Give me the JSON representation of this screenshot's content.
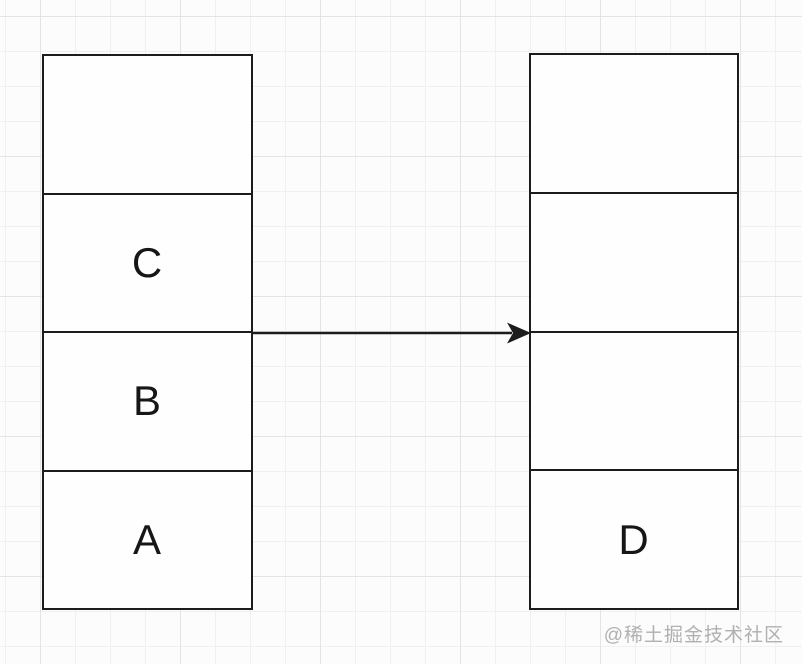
{
  "diagram": {
    "left_stack": {
      "cells": [
        {
          "label": ""
        },
        {
          "label": "C"
        },
        {
          "label": "B"
        },
        {
          "label": "A"
        }
      ]
    },
    "right_stack": {
      "cells": [
        {
          "label": ""
        },
        {
          "label": ""
        },
        {
          "label": ""
        },
        {
          "label": "D"
        }
      ]
    },
    "arrow": {
      "direction": "left-to-right"
    },
    "colors": {
      "shape_border": "#1c1c1c",
      "grid_minor": "#f0f0f0",
      "grid_major": "#e4e4e4",
      "background": "#fcfcfc",
      "watermark": "#b0b0b0"
    }
  },
  "watermark": {
    "text": "@稀土掘金技术社区"
  }
}
